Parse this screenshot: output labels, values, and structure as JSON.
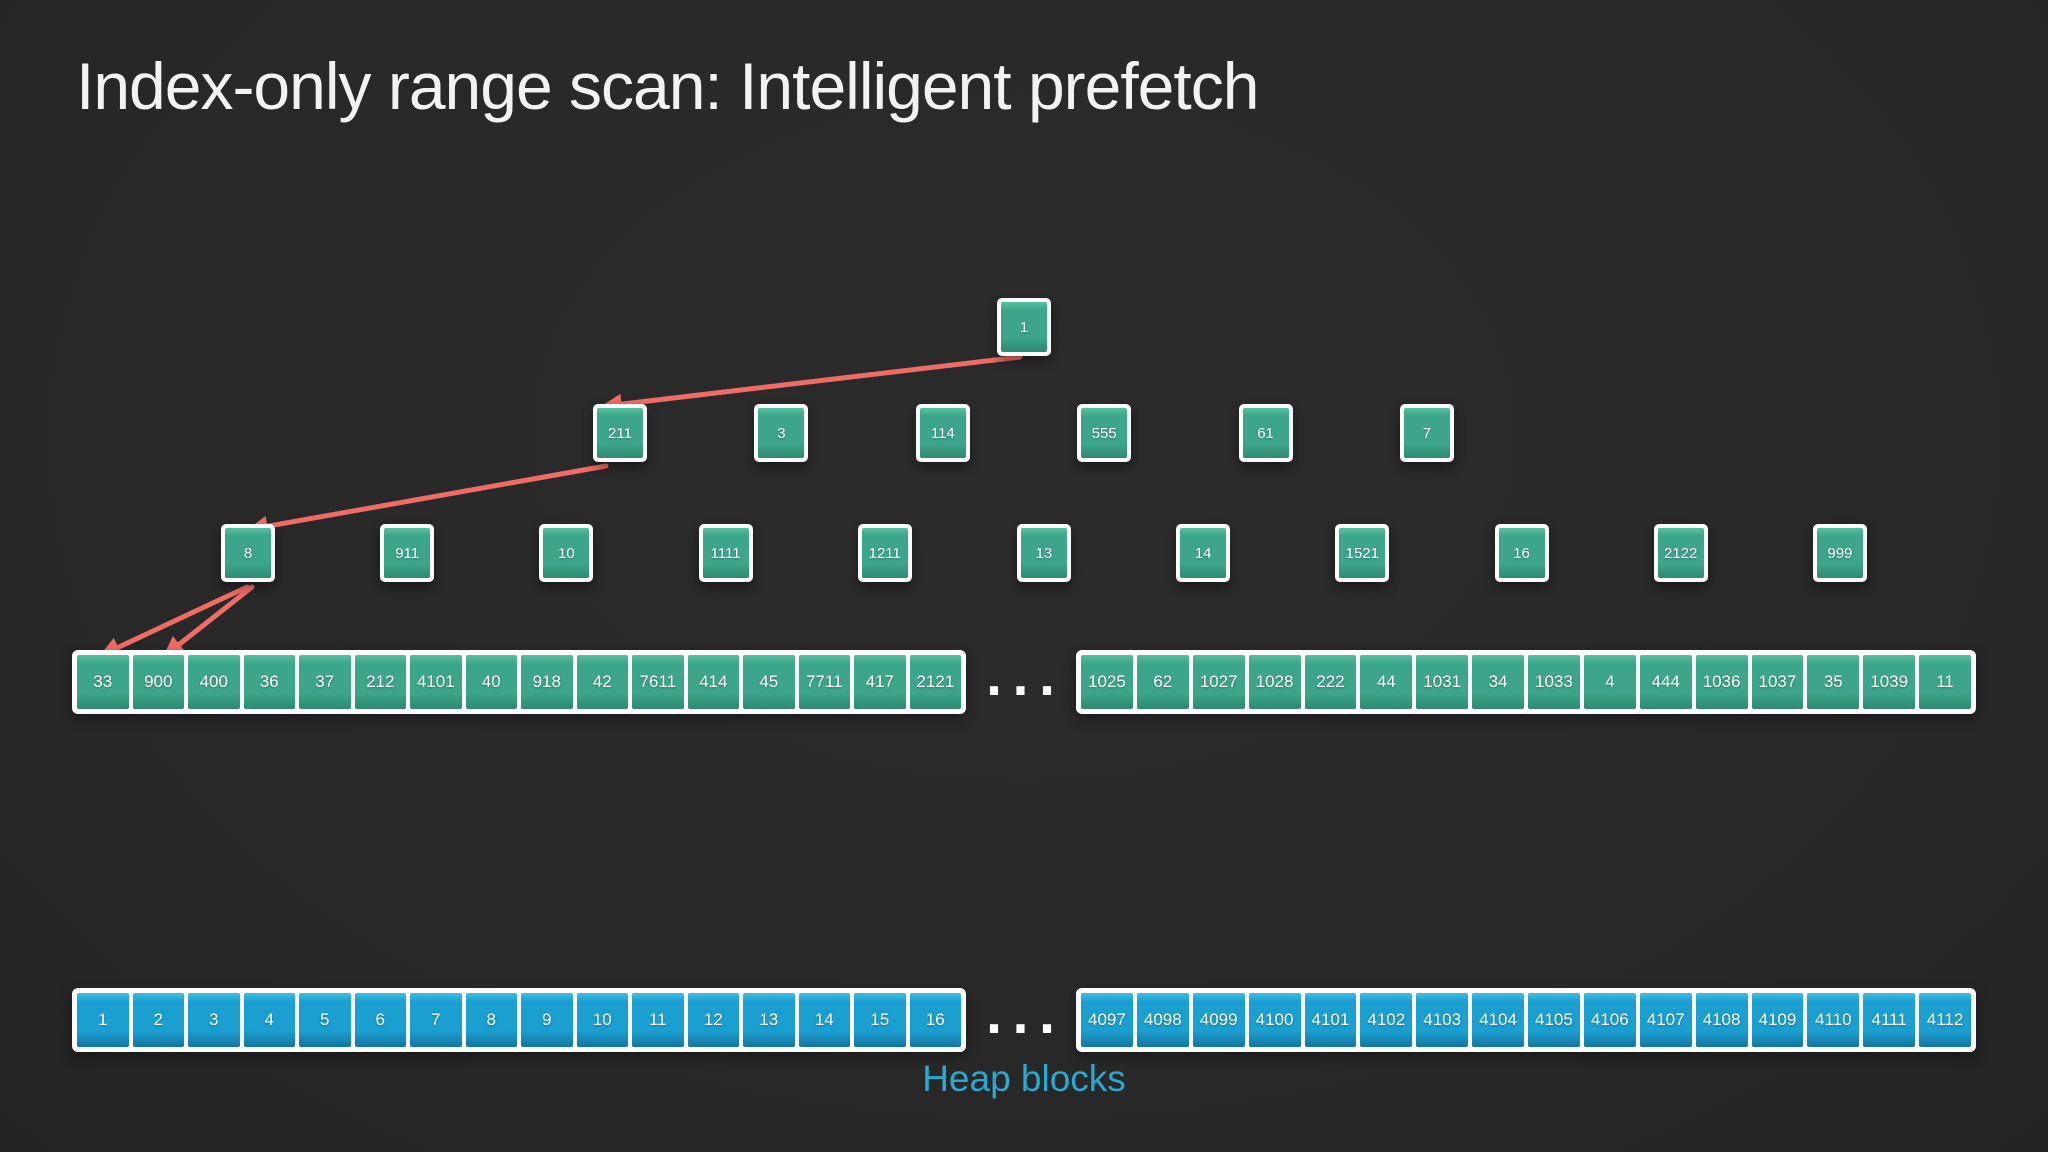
{
  "title": "Index-only range scan: Intelligent prefetch",
  "btree": {
    "root": [
      "1"
    ],
    "internal_row_1": [
      "211",
      "3",
      "114",
      "555",
      "61",
      "7"
    ],
    "internal_row_2": [
      "8",
      "911",
      "10",
      "1111",
      "1211",
      "13",
      "14",
      "1521",
      "16",
      "2122",
      "999"
    ],
    "leaf_block_left": [
      "33",
      "900",
      "400",
      "36",
      "37",
      "212",
      "4101",
      "40",
      "918",
      "42",
      "7611",
      "414",
      "45",
      "7711",
      "417",
      "2121"
    ],
    "leaf_ellipsis": "...",
    "leaf_block_right": [
      "1025",
      "62",
      "1027",
      "1028",
      "222",
      "44",
      "1031",
      "34",
      "1033",
      "4",
      "444",
      "1036",
      "1037",
      "35",
      "1039",
      "11"
    ]
  },
  "heap": {
    "block_left": [
      "1",
      "2",
      "3",
      "4",
      "5",
      "6",
      "7",
      "8",
      "9",
      "10",
      "11",
      "12",
      "13",
      "14",
      "15",
      "16"
    ],
    "ellipsis": "...",
    "block_right": [
      "4097",
      "4098",
      "4099",
      "4100",
      "4101",
      "4102",
      "4103",
      "4104",
      "4105",
      "4106",
      "4107",
      "4108",
      "4109",
      "4110",
      "4111",
      "4112"
    ],
    "label": "Heap blocks"
  },
  "colors": {
    "background": "#282828",
    "node_green": "#3da68a",
    "heap_blue": "#1b9fd0",
    "arrow_red": "#ef6b66",
    "heap_label": "#2aa9d2",
    "title_text": "#f2f2f2"
  }
}
